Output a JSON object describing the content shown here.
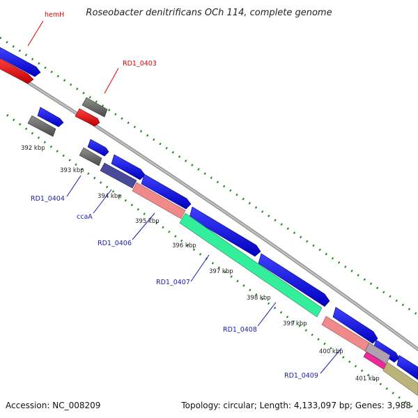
{
  "title": "Roseobacter denitrificans OCh 114, complete genome",
  "footer": {
    "accession": "Accession: NC_008209",
    "summary": "Topology: circular; Length: 4,133,097 bp; Genes: 3,988"
  },
  "colors": {
    "backbone": "#8a8a8a",
    "tick_green": "#1a8a1a",
    "forward_cds": "#1010ee",
    "reverse_cds": "#5a5a5a",
    "rna": "#ee1010",
    "label_red": "#dd0000",
    "label_blue": "#1a1aaa"
  },
  "scale_labels": [
    "392 kbp",
    "393 kbp",
    "394 kbp",
    "395 kbp",
    "396 kbp",
    "397 kbp",
    "398 kbp",
    "399 kbp",
    "400 kbp",
    "401 kbp"
  ],
  "gene_labels": [
    {
      "text": "hemH",
      "color": "red"
    },
    {
      "text": "RD1_0403",
      "color": "red"
    },
    {
      "text": "RD1_0404",
      "color": "blue"
    },
    {
      "text": "ccaA",
      "color": "blue"
    },
    {
      "text": "RD1_0406",
      "color": "blue"
    },
    {
      "text": "RD1_0407",
      "color": "blue"
    },
    {
      "text": "RD1_0408",
      "color": "blue"
    },
    {
      "text": "RD1_0409",
      "color": "blue"
    }
  ]
}
